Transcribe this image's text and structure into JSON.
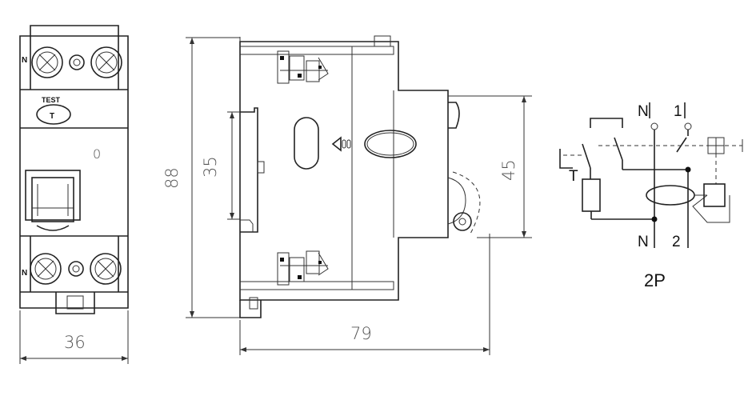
{
  "front_view": {
    "terminal_top_label": "N",
    "test_label": "TEST",
    "test_button_glyph": "T",
    "position_mark": "0",
    "terminal_bottom_label": "N",
    "width_dim": "36"
  },
  "side_view": {
    "height_dim": "88",
    "rail_dim": "35",
    "depth_dim": "79",
    "front_height_dim": "45"
  },
  "schematic": {
    "top_n": "N",
    "top_1": "1",
    "test_letter": "T",
    "bottom_n": "N",
    "bottom_2": "2",
    "pole_label": "2P"
  }
}
